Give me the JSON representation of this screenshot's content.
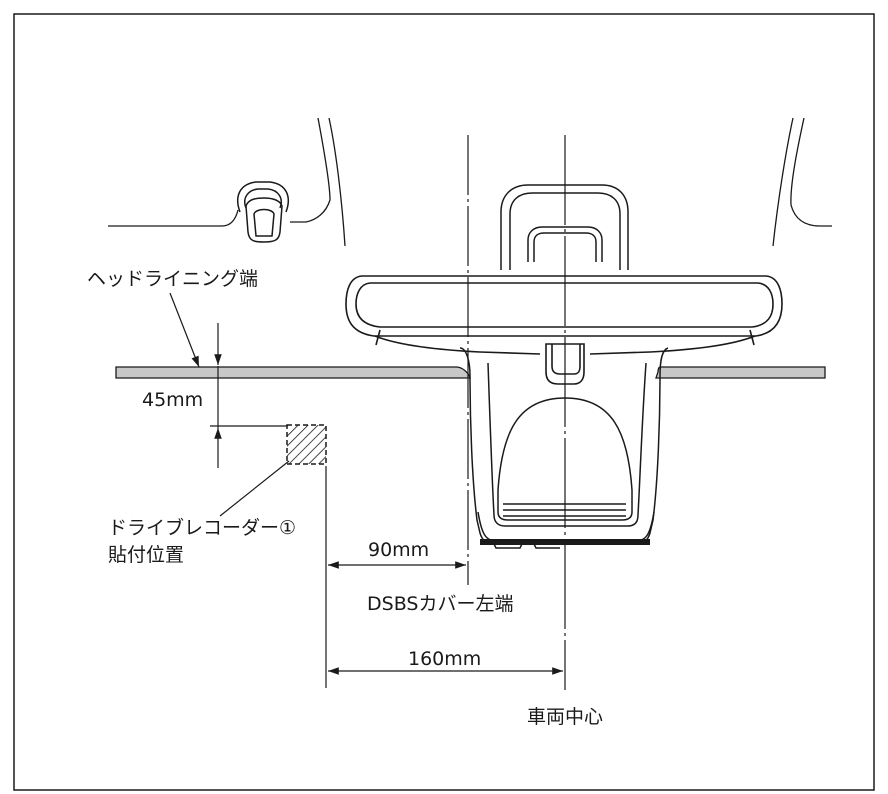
{
  "labels": {
    "headlining_edge": "ヘッドライニング端",
    "dim_45": "45mm",
    "recorder_line1": "ドライブレコーダー①",
    "recorder_line2": "貼付位置",
    "dim_90": "90mm",
    "dsbs_cover_left_edge": "DSBSカバー左端",
    "dim_160": "160mm",
    "vehicle_center": "車両中心"
  },
  "colors": {
    "line": "#1a1a1a",
    "headlining_fill": "#c8c8c8",
    "background": "#ffffff"
  }
}
